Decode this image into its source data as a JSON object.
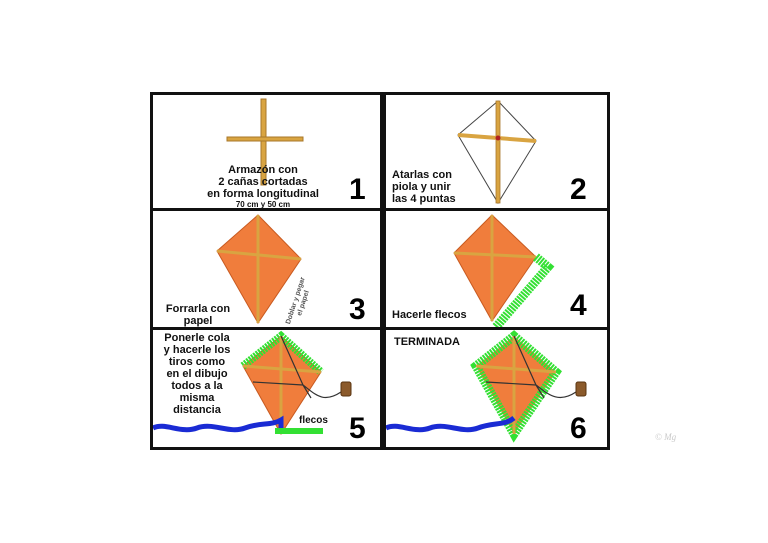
{
  "steps": [
    {
      "number": "1",
      "lines": [
        "Armazón con",
        "2 cañas cortadas",
        "en forma longitudinal"
      ],
      "detail": "70 cm y 50 cm"
    },
    {
      "number": "2",
      "lines": [
        "Atarlas con",
        "piola y unir",
        "las 4 puntas"
      ]
    },
    {
      "number": "3",
      "lines": [
        "Forrarla con",
        "papel"
      ],
      "side_note": [
        "Doblar y pegar",
        "el papel"
      ]
    },
    {
      "number": "4",
      "lines": [
        "Hacerle flecos"
      ]
    },
    {
      "number": "5",
      "lines": [
        "Ponerle cola",
        "y hacerle los",
        "tiros como",
        "en el dibujo",
        "todos a la",
        "misma",
        "distancia"
      ],
      "label": "flecos"
    },
    {
      "number": "6",
      "lines": [
        "TERMINADA"
      ]
    }
  ],
  "watermark": "© Mg",
  "colors": {
    "cane": "#d9a441",
    "paper": "#f07d3c",
    "fringe": "#33e033",
    "tail": "#1a2bd4",
    "string": "#333333"
  }
}
